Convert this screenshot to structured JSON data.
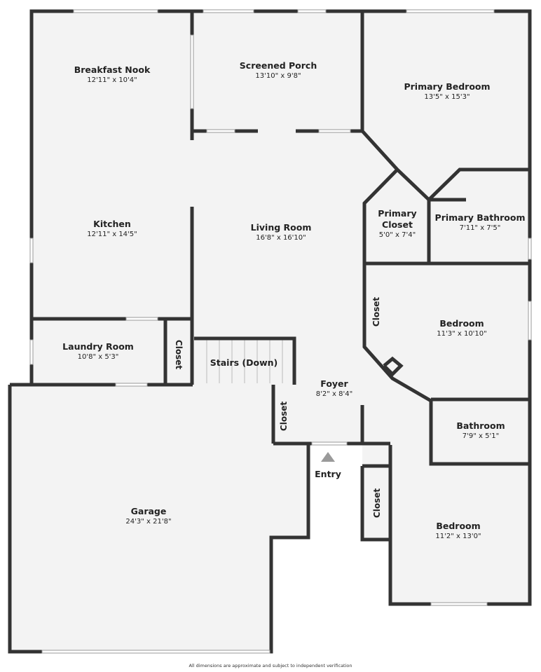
{
  "rooms": [
    {
      "name": "Breakfast Nook",
      "dims": "12'11\" x 10'4\""
    },
    {
      "name": "Screened Porch",
      "dims": "13'10\" x 9'8\""
    },
    {
      "name": "Primary Bedroom",
      "dims": "13'5\" x 15'3\""
    },
    {
      "name": "Kitchen",
      "dims": "12'11\" x 14'5\""
    },
    {
      "name": "Living Room",
      "dims": "16'8\" x 16'10\""
    },
    {
      "name": "Primary Closet",
      "dims": "5'0\" x 7'4\""
    },
    {
      "name": "Primary Bathroom",
      "dims": "7'11\" x 7'5\""
    },
    {
      "name": "Bedroom",
      "dims": "11'3\" x 10'10\""
    },
    {
      "name": "Laundry Room",
      "dims": "10'8\" x 5'3\""
    },
    {
      "name": "Foyer",
      "dims": "8'2\" x 8'4\""
    },
    {
      "name": "Bathroom",
      "dims": "7'9\" x 5'1\""
    },
    {
      "name": "Garage",
      "dims": "24'3\" x 21'8\""
    },
    {
      "name": "Bedroom",
      "dims": "11'2\" x 13'0\""
    }
  ],
  "labels_only": {
    "stairs": "Stairs (Down)",
    "closet_laundry": "Closet",
    "closet_foyer": "Closet",
    "closet_bedroom": "Closet",
    "closet_lower": "Closet",
    "entry": "Entry"
  },
  "disclaimer": "All dimensions are approximate and subject to independent verification",
  "colors": {
    "wall": "#333333",
    "floor": "#f3f3f3",
    "entry_arrow": "#9a9a9a"
  }
}
